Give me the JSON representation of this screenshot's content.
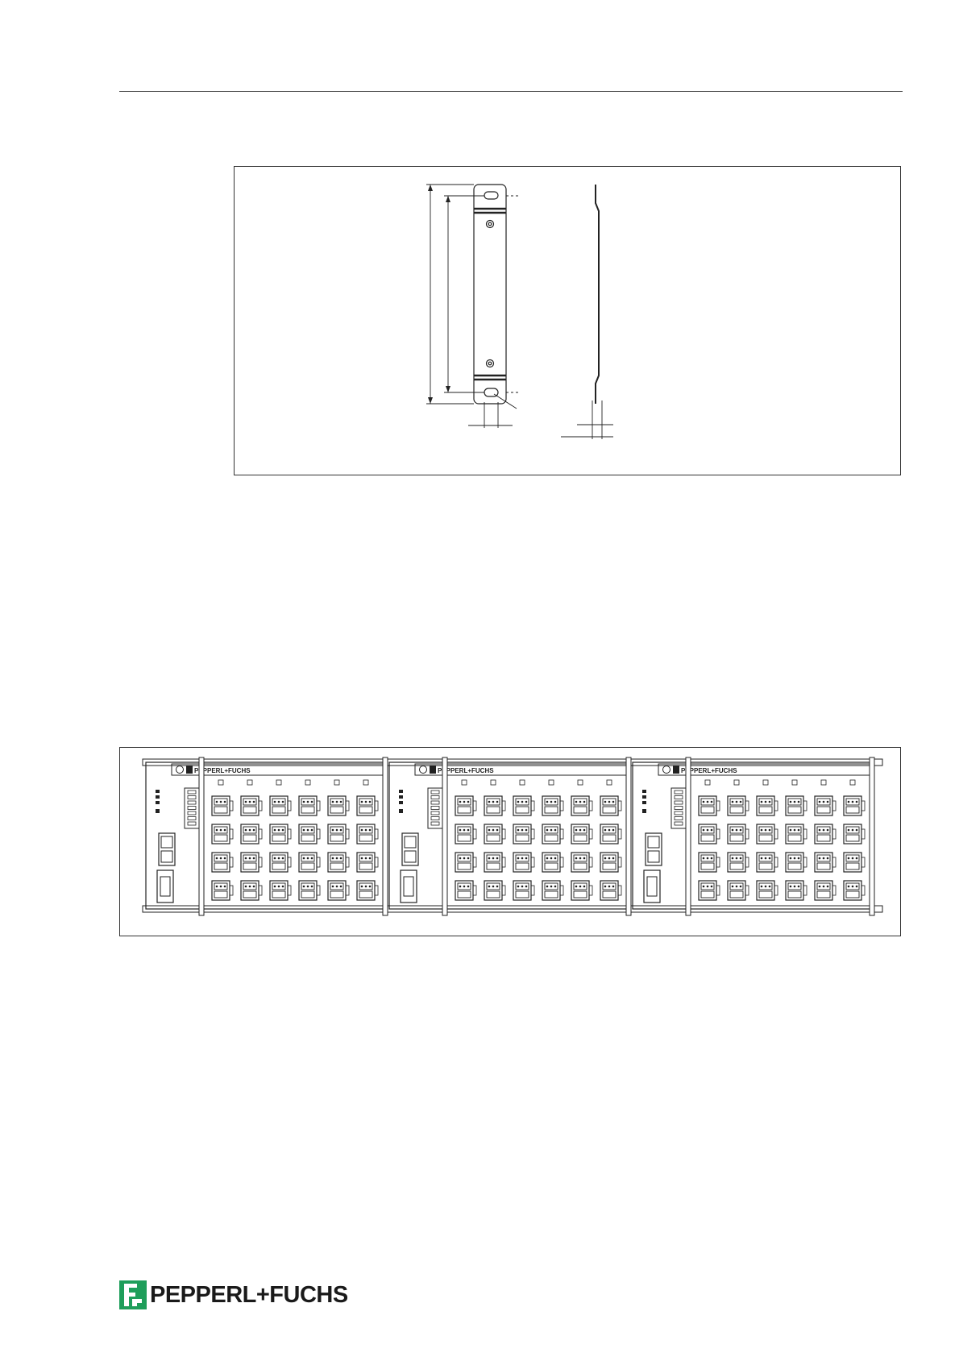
{
  "brand": {
    "name": "PEPPERL+FUCHS",
    "color": "#1e9e5a"
  },
  "module": {
    "label": "PEPPERL+FUCHS",
    "count": 3,
    "connector_columns": 6,
    "connector_rows": 4
  }
}
